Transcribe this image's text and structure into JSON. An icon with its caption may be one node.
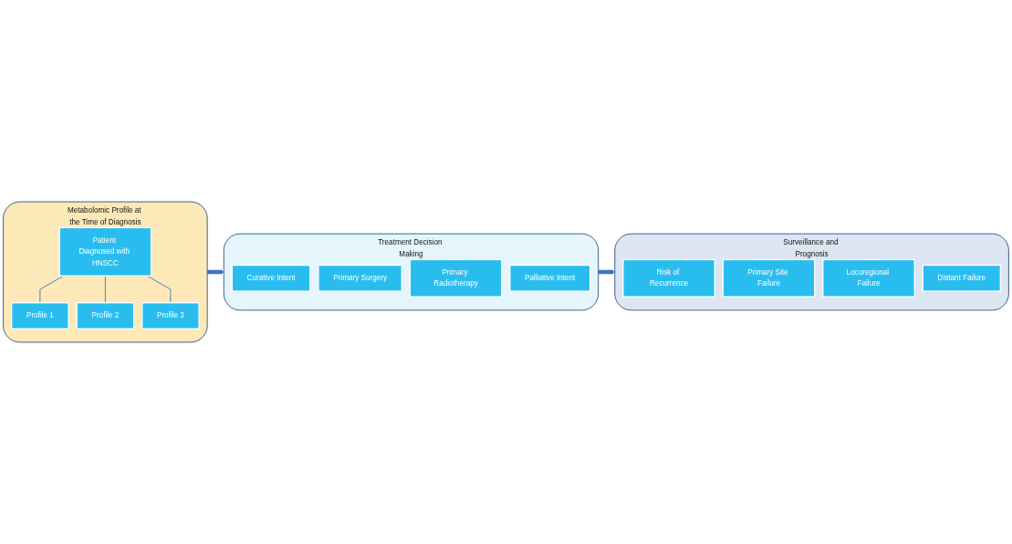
{
  "diagram": {
    "nodes": [
      {
        "text": [
          "Metabolomic Profile at the Time of Diagnosis"
        ]
      },
      {
        "text": [
          "Patient Diagnosed with HNSCC"
        ],
        "in": 0
      },
      {
        "text": [
          "Profile 1"
        ],
        "in": 0
      },
      {
        "text": [
          "Profile 2"
        ],
        "in": 0
      },
      {
        "text": [
          "Profile 3"
        ],
        "in": 0
      },
      {
        "text": [
          "Treatment Decision Making"
        ]
      },
      {
        "text": [
          "Curative Intent"
        ],
        "in": 5
      },
      {
        "text": [
          "Primary Surgery"
        ],
        "in": 5
      },
      {
        "text": [
          "Primary Radiotherapy"
        ],
        "in": 5
      },
      {
        "text": [
          "Palliative Intent"
        ],
        "in": 5
      },
      {
        "text": [
          "Surveillance and Prognosis"
        ]
      },
      {
        "text": [
          "Risk of Recurrence"
        ],
        "in": 10
      },
      {
        "text": [
          "Primary Site Failure"
        ],
        "in": 10
      },
      {
        "text": [
          "Locoregional Failure"
        ],
        "in": 10
      },
      {
        "text": [
          "Distant Failure"
        ],
        "in": 10
      }
    ],
    "edges": [
      {
        "from": 1,
        "to": 2,
        "arrow": "none"
      },
      {
        "from": 1,
        "to": 3,
        "arrow": "none"
      },
      {
        "from": 1,
        "to": 4,
        "arrow": "none"
      },
      {
        "from": 0,
        "to": 5,
        "arrow": "to",
        "style": "thick",
        "color": "#4472c4"
      },
      {
        "from": 5,
        "to": 10,
        "arrow": "to",
        "style": "thick",
        "color": "#4472c4"
      }
    ]
  }
}
